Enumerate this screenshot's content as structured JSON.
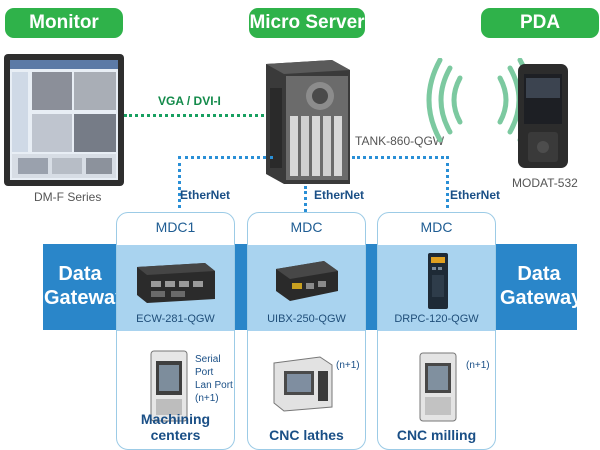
{
  "header": {
    "monitor": "Monitor",
    "micro_server": "Micro Server",
    "pda": "PDA"
  },
  "devices": {
    "monitor_model": "DM-F Series",
    "server_model": "TANK-860-QGW",
    "pda_model": "MODAT-532"
  },
  "links": {
    "vga": "VGA / DVI-I",
    "ethernet1": "EtherNet",
    "ethernet2": "EtherNet",
    "ethernet3": "EtherNet"
  },
  "band": {
    "left_label_line1": "Data",
    "left_label_line2": "Gateway",
    "right_label_line1": "Data",
    "right_label_line2": "Gateway"
  },
  "panels": [
    {
      "title": "MDC1",
      "model": "ECW-281-QGW",
      "notes": [
        "Serial Port",
        "Lan Port",
        "(n+1)"
      ],
      "machine": "Machining centers"
    },
    {
      "title": "MDC",
      "model": "UIBX-250-QGW",
      "notes": [
        "(n+1)"
      ],
      "machine": "CNC lathes"
    },
    {
      "title": "MDC",
      "model": "DRPC-120-QGW",
      "notes": [
        "(n+1)"
      ],
      "machine": "CNC milling"
    }
  ],
  "colors": {
    "pill_green": "#2fb24a",
    "band_blue": "#2a86c9",
    "panel_band": "#a9d3ef",
    "link_green": "#18a060",
    "link_blue": "#2a8fd6"
  }
}
